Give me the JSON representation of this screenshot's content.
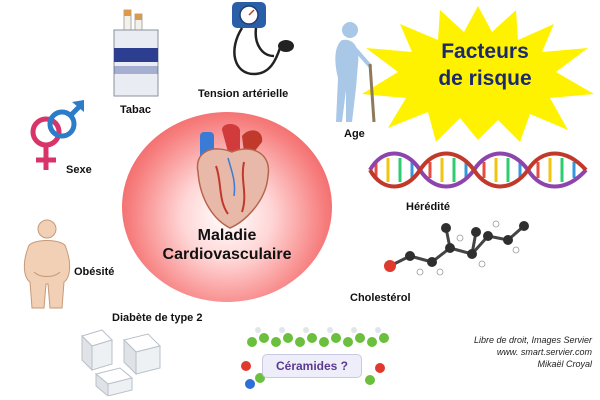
{
  "title": {
    "line1": "Facteurs",
    "line2": "de risque"
  },
  "center": {
    "line1": "Maladie",
    "line2": "Cardiovasculaire"
  },
  "factors": {
    "tabac": "Tabac",
    "tension": "Tension artérielle",
    "age": "Age",
    "sexe": "Sexe",
    "heredite": "Hérédité",
    "obesite": "Obésité",
    "cholesterol": "Cholestérol",
    "diabete": "Diabète de type 2",
    "ceramides": "Céramides ?"
  },
  "credits": {
    "line1": "Libre de droit, Images Servier",
    "line2": "www. smart.servier.com",
    "line3": "Mikaël Croyal"
  },
  "colors": {
    "star": "#fff200",
    "title_text": "#1a2a6c",
    "circle": "#e73a3a",
    "ceramides_text": "#5b3a8e"
  }
}
